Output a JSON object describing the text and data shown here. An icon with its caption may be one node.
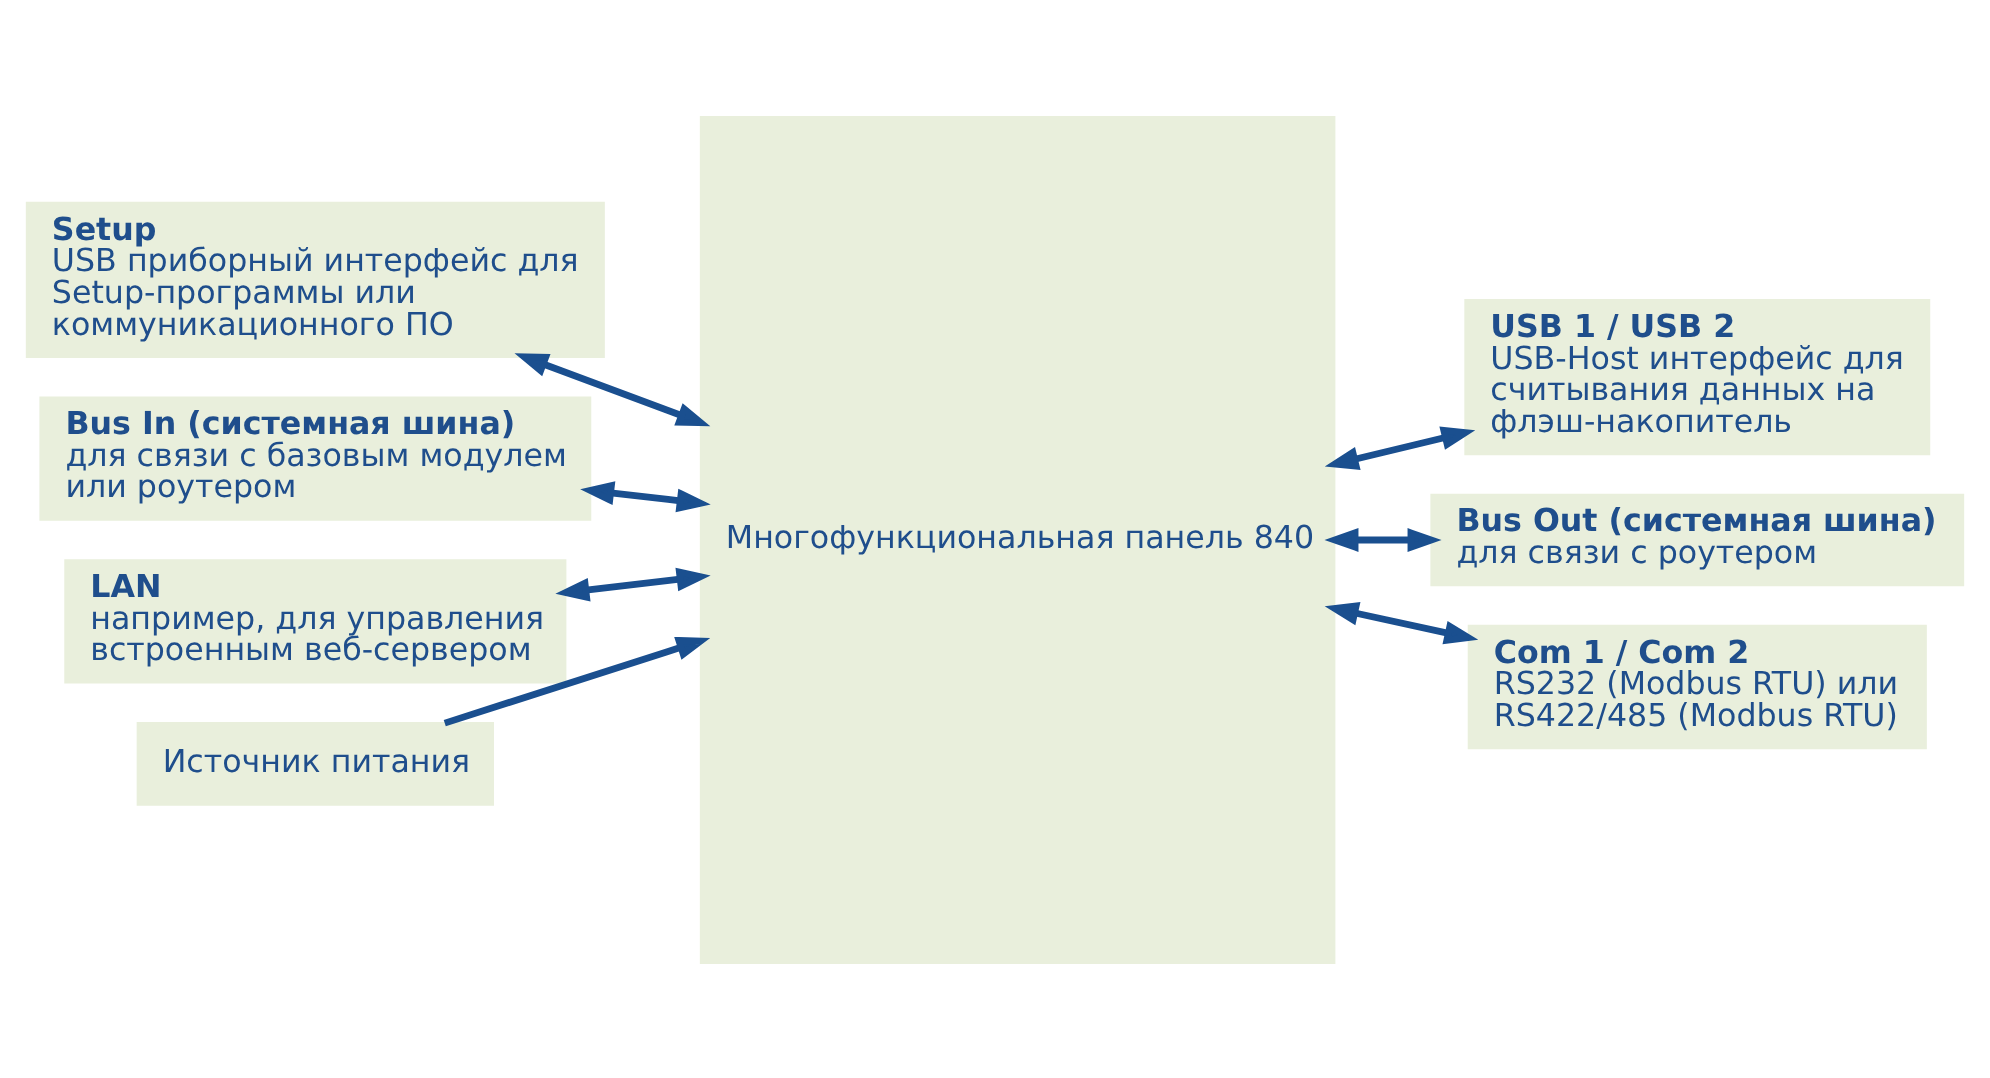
{
  "diagram": {
    "nodes": [
      {
        "text": [
          "Setup",
          "USB приборный интерфейс для Setup-программы или коммуникационного ПО"
        ]
      },
      {
        "text": [
          "Bus In (системная шина)",
          "для связи с базовым модулем или роутером"
        ]
      },
      {
        "text": [
          "LAN",
          "например, для управления встроенным веб-сервером"
        ]
      },
      {
        "text": [
          "Источник питания"
        ]
      },
      {
        "text": [
          "Многофункциональная панель 840"
        ]
      },
      {
        "text": [
          "USB 1 / USB 2",
          "USB-Host интерфейс для считывания данных на флэш-накопитель"
        ]
      },
      {
        "text": [
          "Bus Out (системная шина)",
          "для связи с роутером"
        ]
      },
      {
        "text": [
          "Com 1 / Com 2",
          "RS232 (Modbus RTU) или RS422/485 (Modbus RTU)"
        ]
      }
    ],
    "edges": [
      {
        "from": 0,
        "to": 4,
        "arrow": "both"
      },
      {
        "from": 1,
        "to": 4,
        "arrow": "both"
      },
      {
        "from": 2,
        "to": 4,
        "arrow": "both"
      },
      {
        "from": 3,
        "to": 4,
        "arrow": "to"
      },
      {
        "from": 4,
        "to": 5,
        "arrow": "both"
      },
      {
        "from": 4,
        "to": 6,
        "arrow": "both"
      },
      {
        "from": 4,
        "to": 7,
        "arrow": "both"
      }
    ]
  }
}
